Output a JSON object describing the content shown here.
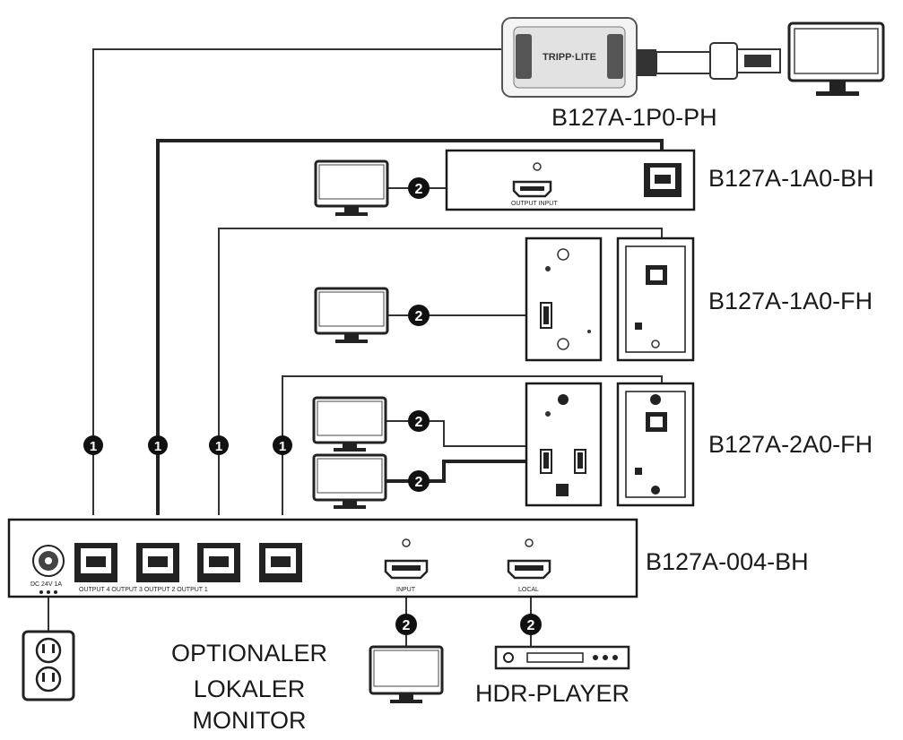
{
  "labels": {
    "b127a_1p0_ph": "B127A-1P0-PH",
    "b127a_1a0_bh": "B127A-1A0-BH",
    "b127a_1a0_fh": "B127A-1A0-FH",
    "b127a_2a0_fh": "B127A-2A0-FH",
    "b127a_004_bh": "B127A-004-BH",
    "optional_local_monitor": [
      "OPTIONALER",
      "LOKALER",
      "MONITOR"
    ],
    "hdr_player": "HDR-PLAYER"
  },
  "port_labels": {
    "power": "DC 24V 1A",
    "outputs": "OUTPUT 4 OUTPUT 3 OUTPUT 2 OUTPUT 1",
    "input": "INPUT",
    "local": "LOCAL",
    "receiver_port": "OUTPUT INPUT"
  },
  "markers": {
    "ethernet": "1",
    "hdmi": "2"
  },
  "colors": {
    "line": "#222222",
    "marker_fill": "#111111",
    "marker_text": "#ffffff"
  }
}
